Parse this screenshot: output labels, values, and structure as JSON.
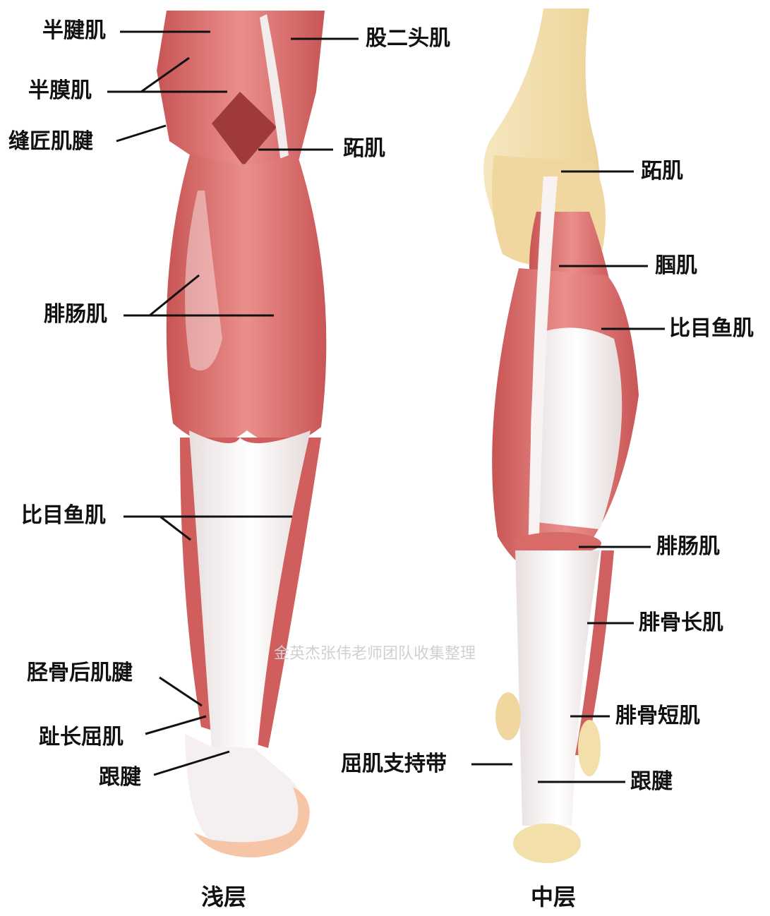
{
  "labels": {
    "left": {
      "semitendinosus": "半腱肌",
      "semimembranosus": "半膜肌",
      "sartorius_tendon": "缝匠肌腱",
      "gastrocnemius": "腓肠肌",
      "soleus": "比目鱼肌",
      "tibialis_posterior_tendon": "胫骨后肌腱",
      "flexor_digitorum_longus": "趾长屈肌",
      "achilles_tendon": "跟腱",
      "biceps_femoris": "股二头肌",
      "plantaris": "跖肌"
    },
    "right": {
      "plantaris": "跖肌",
      "popliteus": "腘肌",
      "soleus": "比目鱼肌",
      "gastrocnemius": "腓肠肌",
      "peroneus_longus": "腓骨长肌",
      "peroneus_brevis": "腓骨短肌",
      "flexor_retinaculum": "屈肌支持带",
      "achilles_tendon": "跟腱"
    }
  },
  "captions": {
    "left": "浅层",
    "right": "中层"
  },
  "watermark": "金英杰张伟老师团队收集整理",
  "colors": {
    "muscle": "#e07a78",
    "muscle_dark": "#c95555",
    "tendon": "#f4eeee",
    "bone": "#f1dca8"
  }
}
